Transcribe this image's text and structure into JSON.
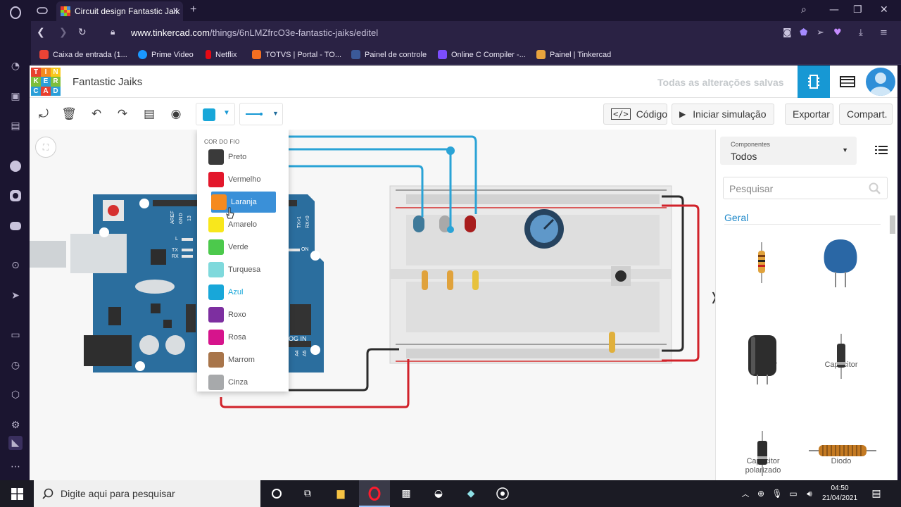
{
  "browser": {
    "tab_title": "Circuit design Fantastic Jaik",
    "url_host": "www.tinkercad.com",
    "url_path": "/things/6nLMZfrcO3e-fantastic-jaiks/editel",
    "bookmarks": [
      {
        "label": "Caixa de entrada (1...",
        "color": "#ea4335"
      },
      {
        "label": "Prime Video",
        "color": "#1a98ff"
      },
      {
        "label": "Netflix",
        "color": "#e50914"
      },
      {
        "label": "TOTVS | Portal - TO...",
        "color": "#f36f21"
      },
      {
        "label": "Painel de controle",
        "color": "#3b5998"
      },
      {
        "label": "Online C Compiler -...",
        "color": "#7c4dff"
      },
      {
        "label": "Painel | Tinkercad",
        "color": "#e8a33d"
      }
    ]
  },
  "app": {
    "logo_letters": [
      "T",
      "I",
      "N",
      "K",
      "E",
      "R",
      "C",
      "A",
      "D"
    ],
    "project_title": "Fantastic Jaiks",
    "saved_status": "Todas as alterações salvas",
    "toolbar": {
      "code_label": "Código",
      "simulate_label": "Iniciar simulação",
      "export_label": "Exportar",
      "share_label": "Compart.",
      "current_wire_color": "#18a7d9"
    },
    "wire_color_menu": {
      "title": "COR DO FIO",
      "selected": "Laranja",
      "items": [
        {
          "label": "Preto",
          "color": "#3a3a3a"
        },
        {
          "label": "Vermelho",
          "color": "#e3172b"
        },
        {
          "label": "Laranja",
          "color": "#f58a1f"
        },
        {
          "label": "Amarelo",
          "color": "#f8e71c"
        },
        {
          "label": "Verde",
          "color": "#4cc94c"
        },
        {
          "label": "Turquesa",
          "color": "#7fd9dc"
        },
        {
          "label": "Azul",
          "color": "#18a7d9"
        },
        {
          "label": "Roxo",
          "color": "#7d2fa0"
        },
        {
          "label": "Rosa",
          "color": "#d6148c"
        },
        {
          "label": "Marrom",
          "color": "#a8754a"
        },
        {
          "label": "Cinza",
          "color": "#a7a9ab"
        }
      ]
    },
    "components_panel": {
      "select_caption": "Componentes",
      "select_value": "Todos",
      "search_placeholder": "Pesquisar",
      "section": "Geral",
      "items": [
        "Resistor",
        "Capacitor",
        "Capacitor polarizado",
        "Diodo"
      ]
    },
    "arduino_labels": {
      "aref": "AREF",
      "gnd": "GND",
      "pin13": "13",
      "l": "L",
      "tx": "TX",
      "rx": "RX",
      "txpin": "TX>1",
      "rxpin": "RX<0",
      "on": "ON",
      "analog": "OG IN",
      "a4": "A4",
      "a5": "A5"
    }
  },
  "taskbar": {
    "search_placeholder": "Digite aqui para pesquisar",
    "time": "04:50",
    "date": "21/04/2021"
  }
}
